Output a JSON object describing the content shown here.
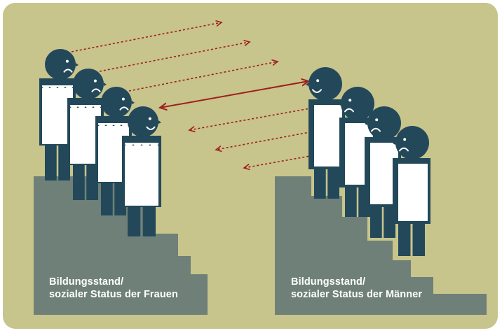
{
  "colors": {
    "background": "#c7c48c",
    "stairs": "#6f8078",
    "figure": "#23485a",
    "dress": "#ffffff",
    "arrow": "#a01e1e"
  },
  "groups": [
    {
      "name": "women",
      "caption_line1": "Bildungsstand/",
      "caption_line2": "sozialer Status der Frauen",
      "figure_count": 4,
      "face": "mixed"
    },
    {
      "name": "men",
      "caption_line1": "Bildungsstand/",
      "caption_line2": "sozialer Status der Männer",
      "figure_count": 4,
      "face": "mixed"
    }
  ],
  "arrows": {
    "dotted_right_count": 3,
    "solid_double_count": 1,
    "dotted_left_count": 3
  },
  "icons": [
    "smiling-face-icon",
    "frowning-face-icon",
    "dotted-arrow-icon",
    "double-arrow-icon"
  ]
}
